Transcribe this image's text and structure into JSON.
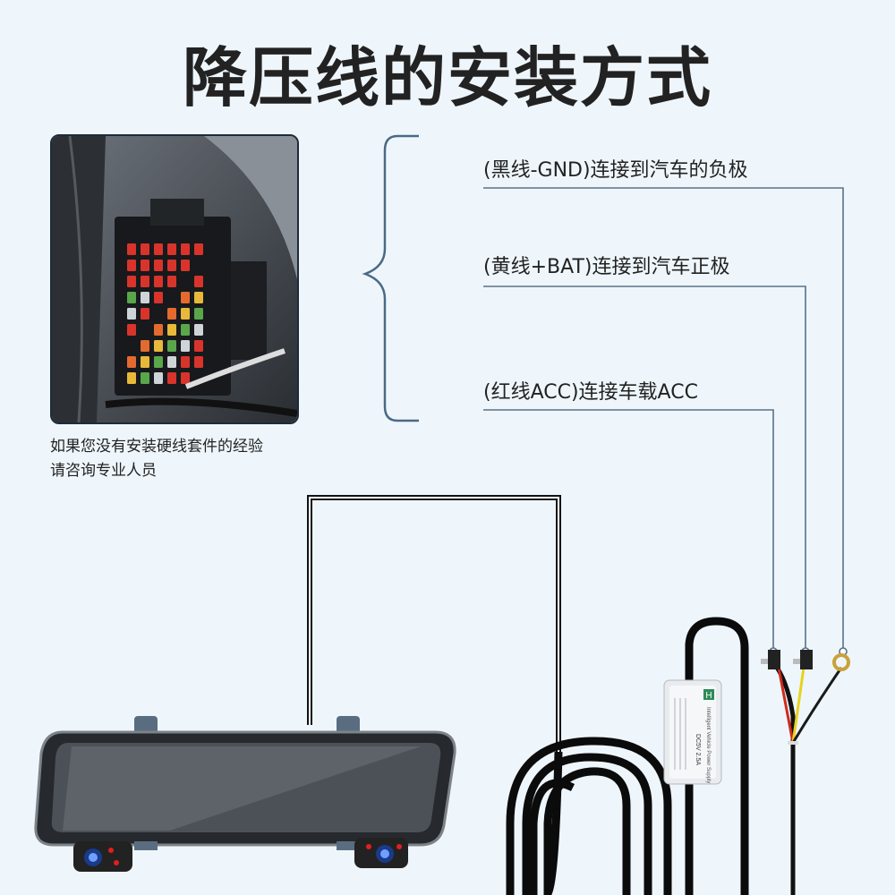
{
  "title": "降压线的安装方式",
  "photo": {
    "caption_lines": [
      "如果您没有安装硬线套件的经验",
      "请咨询专业人员"
    ]
  },
  "wires": [
    {
      "label": "(黑线-GND)连接到汽车的负极",
      "color": "#1a1a1a"
    },
    {
      "label": "(黄线+BAT)连接到汽车正极",
      "color": "#e8d21e"
    },
    {
      "label": "(红线ACC)连接车载ACC",
      "color": "#d02a1e"
    }
  ],
  "power_box": {
    "logo": "H",
    "brand_text": "Intelligent Vehicle Power Supply",
    "spec_text": "DC5V 2.5A"
  },
  "colors": {
    "background": "#eef6fc",
    "leader_line": "#5a7186",
    "brace": "#4a6a86"
  }
}
